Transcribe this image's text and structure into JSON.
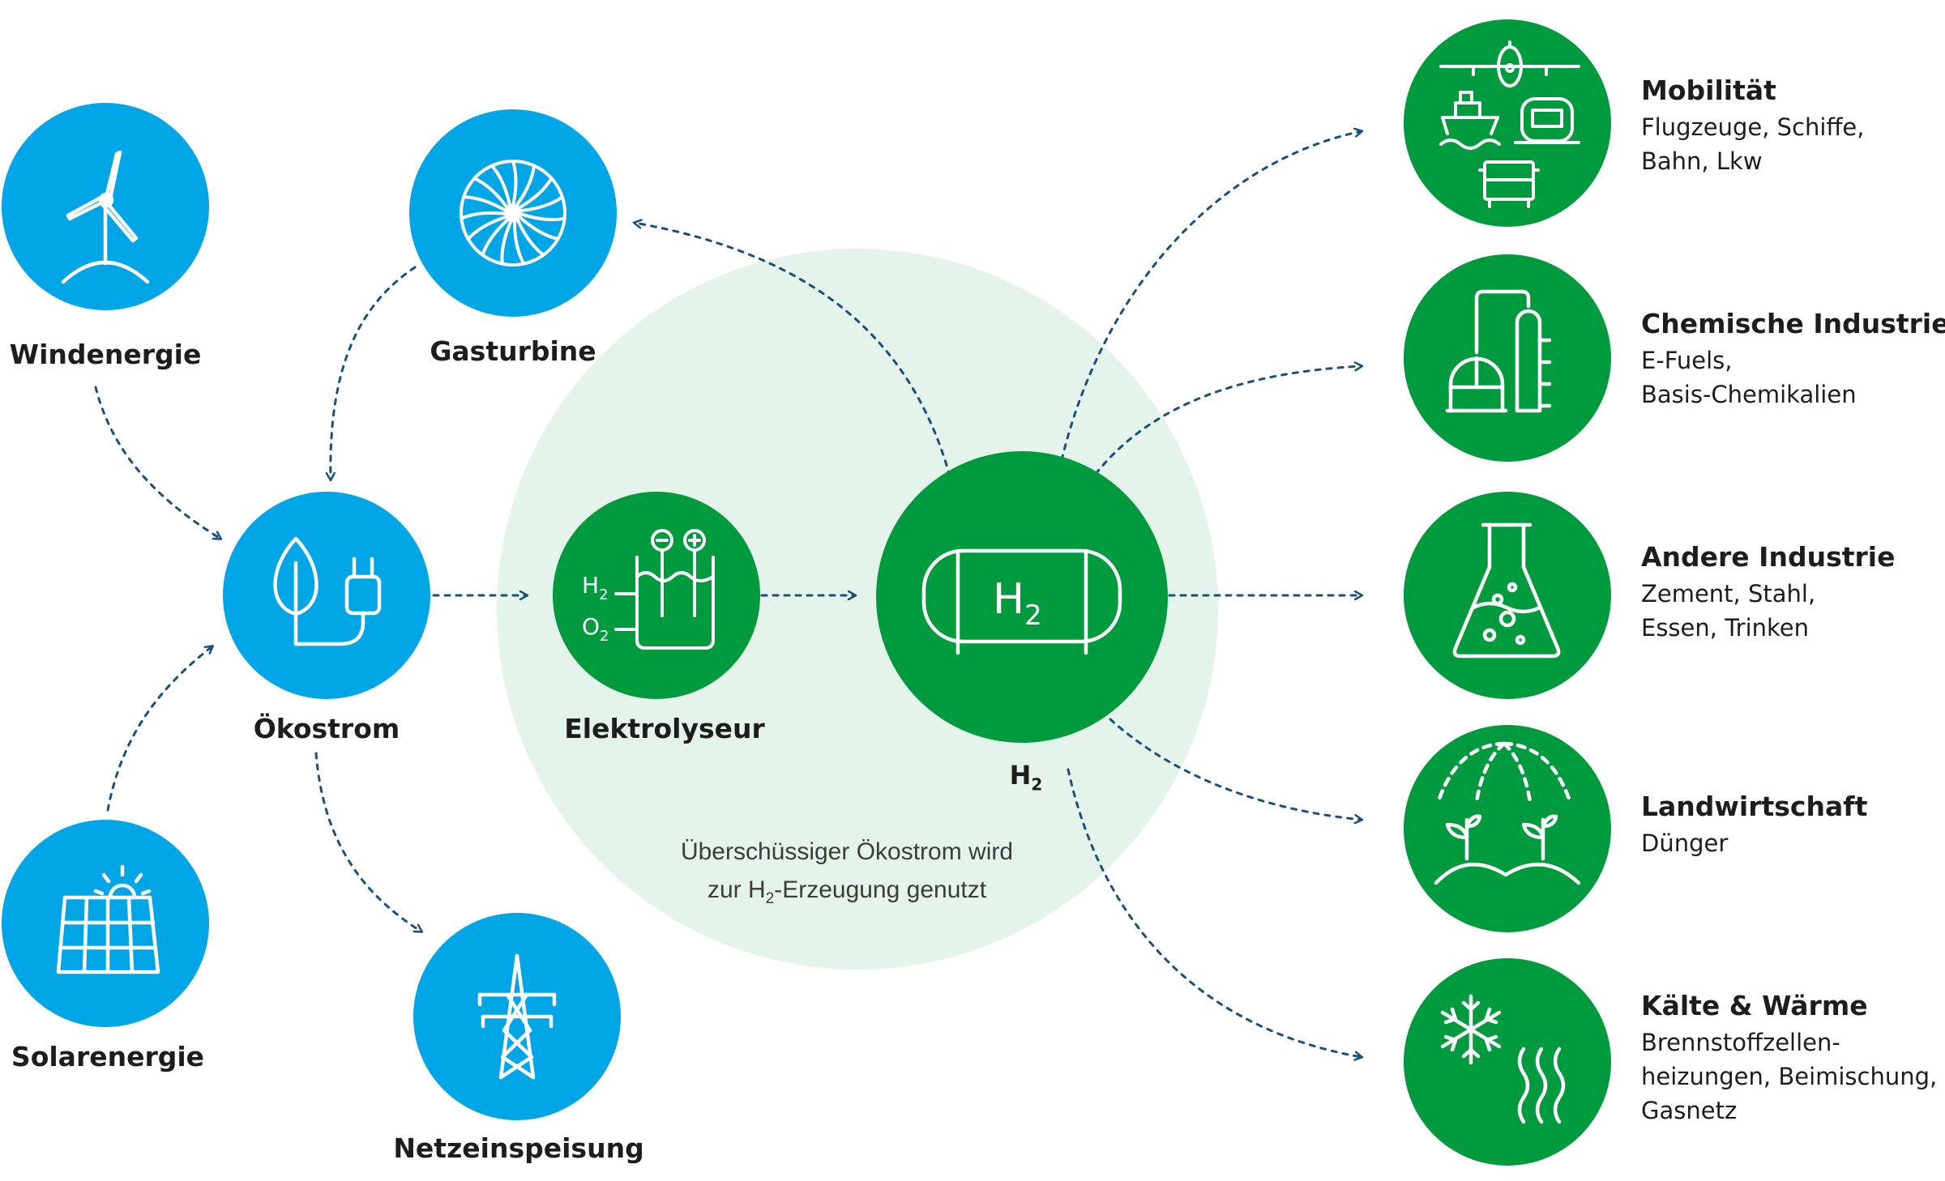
{
  "colors": {
    "blue": "#00a5e6",
    "green": "#009a3e",
    "light_green": "#e4f4ea",
    "arrow": "#1b4f7c",
    "text": "#1d1d1b"
  },
  "sources": [
    {
      "id": "wind",
      "label": "Windenergie",
      "icon": "wind-turbine-icon"
    },
    {
      "id": "solar",
      "label": "Solarenergie",
      "icon": "solar-panel-icon"
    },
    {
      "id": "gasturbine",
      "label": "Gasturbine",
      "icon": "turbine-icon"
    },
    {
      "id": "oekostrom",
      "label": "Ökostrom",
      "icon": "leaf-plug-icon"
    },
    {
      "id": "netz",
      "label": "Netzeinspeisung",
      "icon": "power-pylon-icon"
    }
  ],
  "electrolyzer": {
    "label": "Elektrolyseur",
    "icon": "electrolyzer-icon",
    "h2_text": "H",
    "h2_sub": "2",
    "o2_text": "O",
    "o2_sub": "2"
  },
  "hydrogen": {
    "tank_text": "H",
    "tank_sub": "2",
    "label": "H",
    "label_sub": "2",
    "icon": "hydrogen-tank-icon"
  },
  "center_note": {
    "line1": "Überschüssiger Ökostrom wird",
    "line2_pre": "zur H",
    "line2_sub": "2",
    "line2_post": "-Erzeugung genutzt"
  },
  "consumers": [
    {
      "id": "mobilitaet",
      "title": "Mobilität",
      "lines": [
        "Flugzeuge, Schiffe,",
        "Bahn, Lkw"
      ],
      "icon": "transport-icon"
    },
    {
      "id": "chemie",
      "title": "Chemische Industrie",
      "lines": [
        "E-Fuels,",
        "Basis-Chemikalien"
      ],
      "icon": "chemical-plant-icon"
    },
    {
      "id": "industrie",
      "title": "Andere Industrie",
      "lines": [
        "Zement, Stahl,",
        "Essen, Trinken"
      ],
      "icon": "flask-icon"
    },
    {
      "id": "landwirtschaft",
      "title": "Landwirtschaft",
      "lines": [
        "Dünger"
      ],
      "icon": "sprinkler-plant-icon"
    },
    {
      "id": "waerme",
      "title": "Kälte & Wärme",
      "lines": [
        "Brennstoffzellen-",
        "heizungen, Beimischung,",
        "Gasnetz"
      ],
      "icon": "snowflake-heat-icon"
    }
  ]
}
